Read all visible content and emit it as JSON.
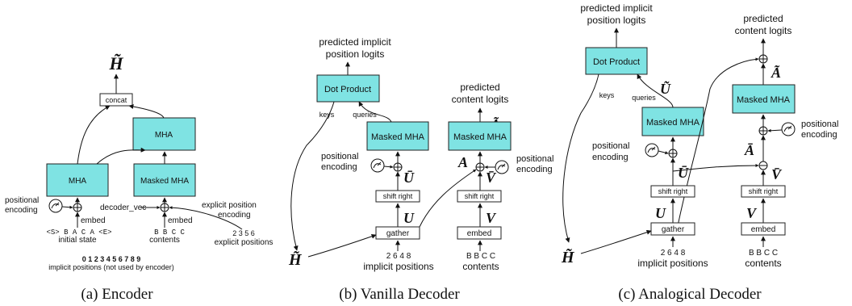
{
  "panel_a": {
    "caption": "(a) Encoder",
    "output_label": "H̃",
    "concat_label": "concat",
    "mha_top_label": "MHA",
    "mha_left_label": "MHA",
    "masked_mha_label": "Masked MHA",
    "positional_encoding_label": [
      "positional",
      "encoding"
    ],
    "embed_left_label": "embed",
    "embed_right_label": "embed",
    "decoder_vec_label": "decoder_vec",
    "explicit_position_encoding_label": [
      "explicit position",
      "encoding"
    ],
    "input_tokens": "<S>  B  A  C  A  <E>",
    "input_label": "initial state",
    "contents_tokens": "B  B  C  C",
    "contents_label": "contents",
    "explicit_positions_values": "2  3  5  6",
    "explicit_positions_label": "explicit positions",
    "implicit_positions_values": "0  1  2  3  4  5  6  7  8  9",
    "implicit_positions_label": "implicit positions (not used by encoder)"
  },
  "panel_b": {
    "caption": "(b) Vanilla Decoder",
    "pred_pos_label": [
      "predicted implicit",
      "position logits"
    ],
    "pred_content_label": [
      "predicted",
      "content logits"
    ],
    "dot_product_label": "Dot Product",
    "keys_label": "keys",
    "queries_label": "queries",
    "masked_mha_1": "Masked MHA",
    "masked_mha_2": "Masked MHA",
    "positional_encoding_label": [
      "positional",
      "encoding"
    ],
    "positional_encoding_right": [
      "positional",
      "encoding"
    ],
    "shift_right_1": "shift right",
    "shift_right_2": "shift right",
    "gather_label": "gather",
    "embed_label": "embed",
    "U_bar": "Ū",
    "U": "U",
    "A_tilde": "Ã",
    "A": "A",
    "V_bar": "V̄",
    "V": "V",
    "H_tilde": "H̃",
    "implicit_values": "2  6  4  8",
    "implicit_label": "implicit positions",
    "contents_values": "B  B  C  C",
    "contents_label": "contents"
  },
  "panel_c": {
    "caption": "(c) Analogical Decoder",
    "pred_pos_label": [
      "predicted implicit",
      "position logits"
    ],
    "pred_content_label": [
      "predicted",
      "content logits"
    ],
    "dot_product_label": "Dot Product",
    "keys_label": "keys",
    "queries_label": "queries",
    "masked_mha_1": "Masked MHA",
    "masked_mha_2": "Masked MHA",
    "positional_encoding_left": [
      "positional",
      "encoding"
    ],
    "positional_encoding_right": [
      "positional",
      "encoding"
    ],
    "shift_right_1": "shift right",
    "shift_right_2": "shift right",
    "gather_label": "gather",
    "embed_label": "embed",
    "U_tilde": "Ũ",
    "U_bar": "Ū",
    "U": "U",
    "A_tilde": "Ã",
    "A_bar": "Ā",
    "V_bar": "V̄",
    "V": "V",
    "H_tilde": "H̃",
    "implicit_values": "2  6  4  8",
    "implicit_label": "implicit positions",
    "contents_values": "B  B  C  C",
    "contents_label": "contents"
  }
}
